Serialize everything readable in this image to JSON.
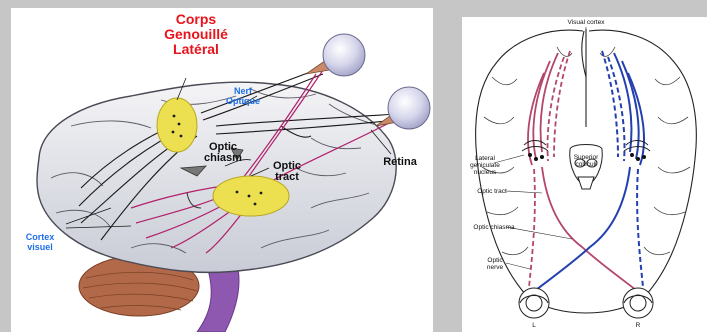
{
  "left_diagram": {
    "title_lines": [
      "Corps",
      "Genouillé",
      "Latéral"
    ],
    "nerf_optique_lines": [
      "Nerf",
      "Optique"
    ],
    "optic_chiasm_lines": [
      "Optic",
      "chiasm"
    ],
    "optic_tract_lines": [
      "Optic",
      "tract"
    ],
    "retina": "Retina",
    "cortex_visuel_lines": [
      "Cortex",
      "visuel"
    ],
    "colors": {
      "title": "#e8141b",
      "blue_labels": "#1e6fe6",
      "lgn": "#ece050",
      "tract": "#b0206a"
    }
  },
  "right_diagram": {
    "visual_cortex": "Visual cortex",
    "superior_colliculi_lines": [
      "Superior",
      "colliculi"
    ],
    "lateral_geniculate_lines": [
      "Lateral",
      "geniculate",
      "nucleus"
    ],
    "optic_tract": "Optic tract",
    "optic_chiasma": "Optic chiasma",
    "optic_nerve_lines": [
      "Optic",
      "nerve"
    ],
    "eye_left": "L",
    "eye_right": "R",
    "colors": {
      "left_pathway": "#b4466b",
      "right_pathway": "#2440b0"
    }
  }
}
